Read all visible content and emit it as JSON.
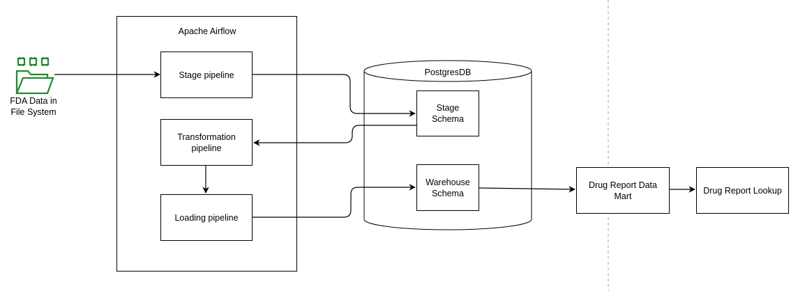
{
  "source": {
    "label_line1": "FDA Data in",
    "label_line2": "File System",
    "icon": "green-folder-chip-icon",
    "color": "#1f8a2e"
  },
  "airflow": {
    "title": "Apache Airflow",
    "stage": "Stage pipeline",
    "transform_line1": "Transformation",
    "transform_line2": "pipeline",
    "loading": "Loading pipeline"
  },
  "postgres": {
    "title": "PostgresDB",
    "stage_line1": "Stage",
    "stage_line2": "Schema",
    "warehouse_line1": "Warehouse",
    "warehouse_line2": "Schema"
  },
  "mart": {
    "line1": "Drug Report Data",
    "line2": "Mart"
  },
  "lookup": "Drug Report Lookup"
}
